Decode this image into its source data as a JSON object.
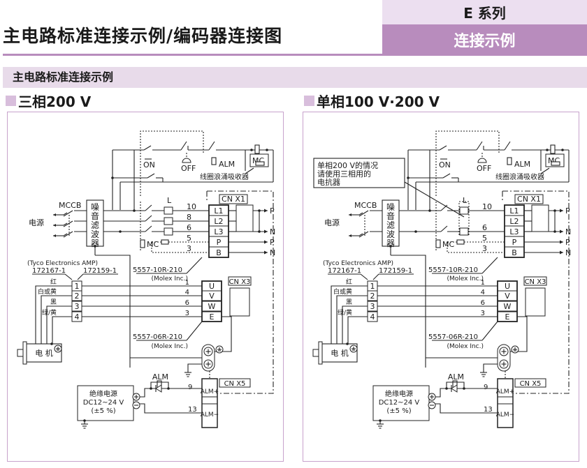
{
  "header": {
    "title": "主电路标准连接示例/编码器连接图",
    "series": "E 系列",
    "category": "连接示例"
  },
  "section": {
    "title": "主电路标准连接示例"
  },
  "colors": {
    "accent": "#b88cbd",
    "accent_light": "#ecdff0",
    "section_bg": "#e8dbea",
    "panel_border": "#c8a2cc"
  },
  "panels": [
    {
      "heading": "三相200 V",
      "labels": {
        "on": "ON",
        "off": "OFF",
        "alm": "ALM",
        "mc": "MC",
        "surge": "线圈浪涌吸收器",
        "mccb": "MCCB",
        "power": "电源",
        "filter": [
          "噪",
          "音",
          "滤",
          "波",
          "器"
        ],
        "reactor": "L",
        "cnx1": "CN X1",
        "cnx3": "CN X3",
        "cnx5": "CN X5",
        "x1_pins": [
          "L1",
          "L2",
          "L3",
          "P",
          "B"
        ],
        "x1_wires": [
          "10",
          "8",
          "6",
          "5",
          "3"
        ],
        "x1_out": [
          "P",
          "N",
          "P",
          "N"
        ],
        "tyco": "(Tyco Electronics AMP)",
        "part_a": "172167-1",
        "part_b": "172159-1",
        "motor_wires": [
          "红",
          "白或黄",
          "黑",
          "绿/黄"
        ],
        "motor_pins": [
          "1",
          "2",
          "3",
          "4"
        ],
        "molex10": "5557-10R-210",
        "molex06": "5557-06R-210",
        "molex": "(Molex Inc.)",
        "x3_pins": [
          "U",
          "V",
          "W",
          "E"
        ],
        "x3_wires": [
          "1",
          "4",
          "6",
          "3"
        ],
        "motor": "电 机",
        "psu": [
          "绝缘电源",
          "DC12~24 V",
          "(±5 %)"
        ],
        "alm_plus": "ALM+",
        "alm_minus": "ALM−",
        "pin9": "9",
        "pin13": "13"
      }
    },
    {
      "heading": "单相100 V·200 V",
      "note": [
        "单相200 V的情况",
        "请使用三相用的",
        "电抗器"
      ],
      "labels": {
        "on": "ON",
        "off": "OFF",
        "alm": "ALM",
        "mc": "MC",
        "surge": "线圈浪涌吸收器",
        "mccb": "MCCB",
        "power": "电源",
        "filter": [
          "噪",
          "音",
          "滤",
          "波",
          "器"
        ],
        "reactor": "L",
        "cnx1": "CN X1",
        "cnx3": "CN X3",
        "cnx5": "CN X5",
        "x1_pins": [
          "L1",
          "L2",
          "L3",
          "P",
          "B"
        ],
        "x1_wires": [
          "10",
          "",
          "6",
          "5",
          "3"
        ],
        "x1_out": [
          "P",
          "N",
          "P",
          "N"
        ],
        "tyco": "(Tyco Electronics AMP)",
        "part_a": "172167-1",
        "part_b": "172159-1",
        "motor_wires": [
          "红",
          "白或黄",
          "黑",
          "绿/黄"
        ],
        "motor_pins": [
          "1",
          "2",
          "3",
          "4"
        ],
        "molex10": "5557-10R-210",
        "molex06": "5557-06R-210",
        "molex": "(Molex Inc.)",
        "x3_pins": [
          "U",
          "V",
          "W",
          "E"
        ],
        "x3_wires": [
          "1",
          "4",
          "6",
          "3"
        ],
        "motor": "电 机",
        "psu": [
          "绝缘电源",
          "DC12~24 V",
          "(±5 %)"
        ],
        "alm_plus": "ALM+",
        "alm_minus": "ALM−",
        "pin9": "9",
        "pin13": "13"
      }
    }
  ]
}
